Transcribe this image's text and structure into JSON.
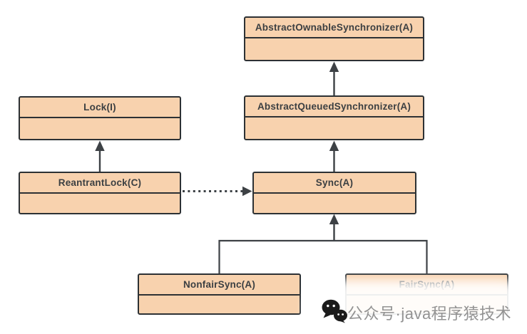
{
  "page": {
    "background_color": "#ffffff"
  },
  "diagram": {
    "type": "uml-class-diagram",
    "colors": {
      "node_fill": "#f8d2ae",
      "node_border": "#2d3134",
      "edge": "#3d4145",
      "title_text": "#3b3f42"
    },
    "nodes": [
      {
        "id": "abstract-ownable-synchronizer",
        "label": "AbstractOwnableSynchronizer(A)"
      },
      {
        "id": "lock",
        "label": "Lock(I)"
      },
      {
        "id": "abstract-queued-synchronizer",
        "label": "AbstractQueuedSynchronizer(A)"
      },
      {
        "id": "reantrant-lock",
        "label": "ReantrantLock(C)"
      },
      {
        "id": "sync",
        "label": "Sync(A)"
      },
      {
        "id": "nonfair-sync",
        "label": "NonfairSync(A)"
      },
      {
        "id": "fair-sync",
        "label": "FairSync(A)"
      }
    ],
    "edges": [
      {
        "from": "AbstractQueuedSynchronizer(A)",
        "to": "AbstractOwnableSynchronizer(A)",
        "line": "solid",
        "arrow": "filled-triangle-up"
      },
      {
        "from": "ReantrantLock(C)",
        "to": "Lock(I)",
        "line": "solid",
        "arrow": "filled-triangle-up"
      },
      {
        "from": "Sync(A)",
        "to": "AbstractQueuedSynchronizer(A)",
        "line": "solid",
        "arrow": "filled-triangle-up"
      },
      {
        "from": "ReantrantLock(C)",
        "to": "Sync(A)",
        "line": "dotted",
        "arrow": "filled-triangle-right"
      },
      {
        "from": "NonfairSync(A)",
        "to": "Sync(A)",
        "line": "solid",
        "arrow": "filled-triangle-up"
      },
      {
        "from": "FairSync(A)",
        "to": "Sync(A)",
        "line": "solid",
        "arrow": "filled-triangle-up"
      }
    ]
  },
  "watermark": {
    "icon": "wechat-icon",
    "text": "公众号·java程序猿技术",
    "text_color": "#848484"
  }
}
